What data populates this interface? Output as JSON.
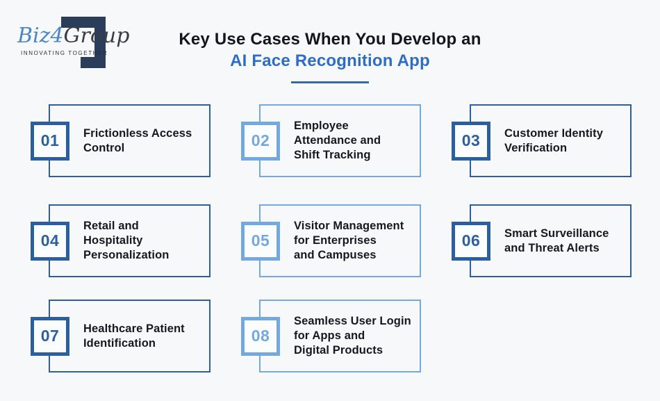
{
  "page": {
    "background": "#f7f8fa"
  },
  "logo": {
    "brand_blue_part": "Biz",
    "brand_four": "4",
    "brand_dark_part": "Group",
    "tagline": "INNOVATING TOGETHER"
  },
  "header": {
    "title_line1": "Key Use Cases When You Develop an",
    "title_line2": "AI Face Recognition App"
  },
  "colors": {
    "dark_blue": "#2c5f9e",
    "light_blue": "#74a9e0",
    "title_blue": "#2e6dc4",
    "text_dark": "#15181e",
    "logo_navy": "#2a3e5c",
    "underline": "#38699f"
  },
  "cards": [
    {
      "number": "01",
      "label": "Frictionless Access\nControl",
      "variant": "dark"
    },
    {
      "number": "02",
      "label": "Employee\nAttendance and\nShift Tracking",
      "variant": "light"
    },
    {
      "number": "03",
      "label": "Customer Identity\nVerification",
      "variant": "dark"
    },
    {
      "number": "04",
      "label": "Retail and\nHospitality\nPersonalization",
      "variant": "dark"
    },
    {
      "number": "05",
      "label": "Visitor Management\nfor Enterprises\nand Campuses",
      "variant": "light"
    },
    {
      "number": "06",
      "label": "Smart Surveillance\nand Threat Alerts",
      "variant": "dark"
    },
    {
      "number": "07",
      "label": "Healthcare Patient\nIdentification",
      "variant": "dark"
    },
    {
      "number": "08",
      "label": "Seamless User Login\nfor Apps and\nDigital Products",
      "variant": "light"
    }
  ]
}
